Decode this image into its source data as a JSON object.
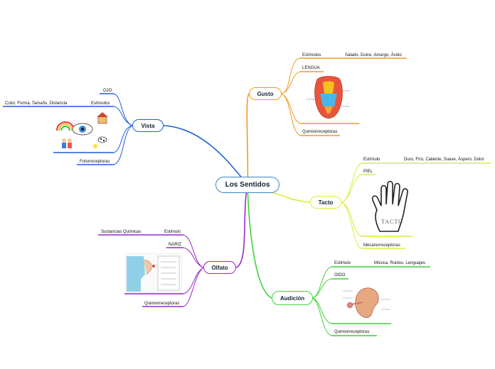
{
  "root": {
    "label": "Los Sentidos"
  },
  "branches": {
    "vista": {
      "label": "Vista",
      "color": "#1d5fd6",
      "ojo": "OJO",
      "estimulos": "Estímulos",
      "estimulos_detail": "Color, Forma, Tamaño, Distancia",
      "receptores": "Fotorreceptoras"
    },
    "gusto": {
      "label": "Gusto",
      "color": "#f09a22",
      "estimulos": "Estímulos",
      "estimulos_detail": "Salado, Dulce, Amargo, Ácido",
      "organo": "LENGUA",
      "receptores": "Quimiorreceptoras"
    },
    "tacto": {
      "label": "Tacto",
      "color": "#dceb3a",
      "estimulo": "Estímulo",
      "estimulo_detail": "Duro, Frío, Caliente, Suave, Áspero, Dolor",
      "organo": "PIEL",
      "receptores": "Mecanorreceptoras",
      "hand_title": "TACTO"
    },
    "olfato": {
      "label": "Olfato",
      "color": "#9b27c9",
      "estimulo": "Estimulo",
      "estimulo_detail": "Sustancias Químicas",
      "organo": "NARIZ",
      "receptores": "Quimiorreceptoras"
    },
    "audicion": {
      "label": "Audición",
      "color": "#3fd13a",
      "estimulo": "Estimulo",
      "estimulo_detail": "Música, Ruidos, Lenguajes",
      "organo": "OIDO",
      "receptores": "Quimiorreceptoras"
    }
  }
}
